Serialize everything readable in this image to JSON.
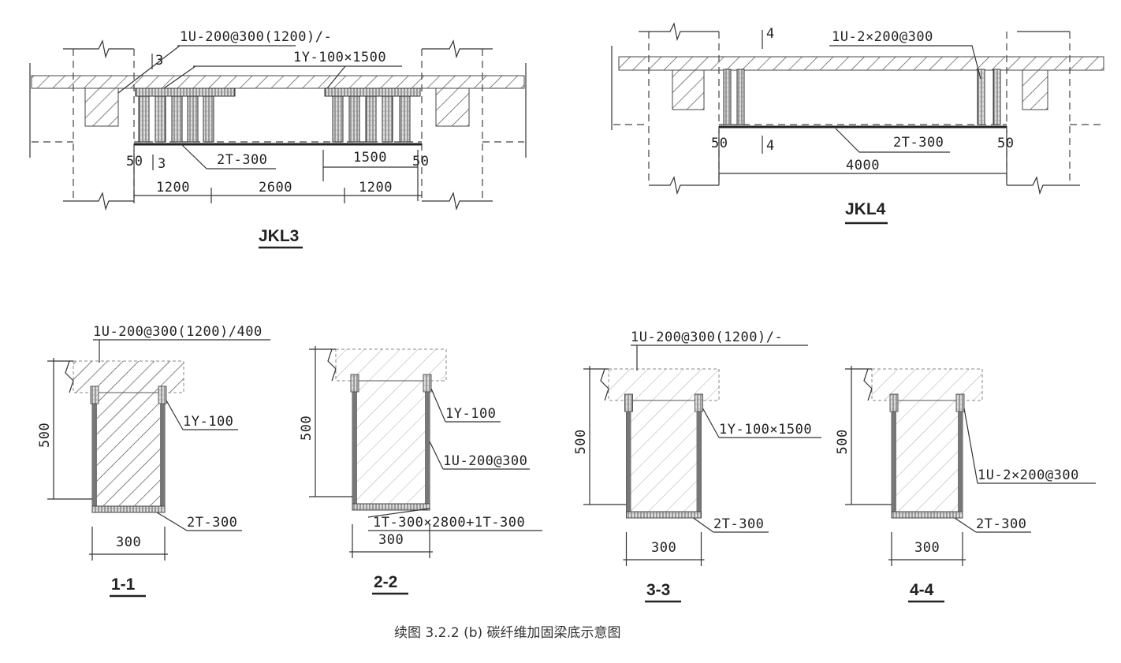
{
  "elevations": [
    {
      "title": "JKL3",
      "u_strip_label": "1U-200@300(1200)/-",
      "y_strip_label": "1Y-100×1500",
      "t_strip_label": "2T-300",
      "section_mark_top": "3",
      "section_mark_bottom": "3",
      "dims": [
        "1200",
        "2600",
        "1200"
      ],
      "dim_1500": "1500",
      "edge_left": "50",
      "edge_right": "50"
    },
    {
      "title": "JKL4",
      "u_strip_label": "1U-2×200@300",
      "t_strip_label": "2T-300",
      "section_mark_top": "4",
      "section_mark_bottom": "4",
      "dim_span": "4000",
      "edge_left": "50",
      "edge_right": "50"
    }
  ],
  "sections": [
    {
      "title": "1-1",
      "top_label": "1U-200@300(1200)/400",
      "side_label_1": "1Y-100",
      "side_label_2": "",
      "bottom_label": "2T-300",
      "height": "500",
      "width": "300"
    },
    {
      "title": "2-2",
      "top_label": "",
      "side_label_1": "1Y-100",
      "side_label_2": "1U-200@300",
      "bottom_label": "1T-300×2800+1T-300",
      "height": "500",
      "width": "300"
    },
    {
      "title": "3-3",
      "top_label": "1U-200@300(1200)/-",
      "side_label_1": "1Y-100×1500",
      "side_label_2": "",
      "bottom_label": "2T-300",
      "height": "500",
      "width": "300"
    },
    {
      "title": "4-4",
      "top_label": "",
      "side_label_1": "1U-2×200@300",
      "side_label_2": "",
      "bottom_label": "2T-300",
      "height": "500",
      "width": "300"
    }
  ],
  "caption": "续图 3.2.2 (b)   碳纤维加固梁底示意图"
}
